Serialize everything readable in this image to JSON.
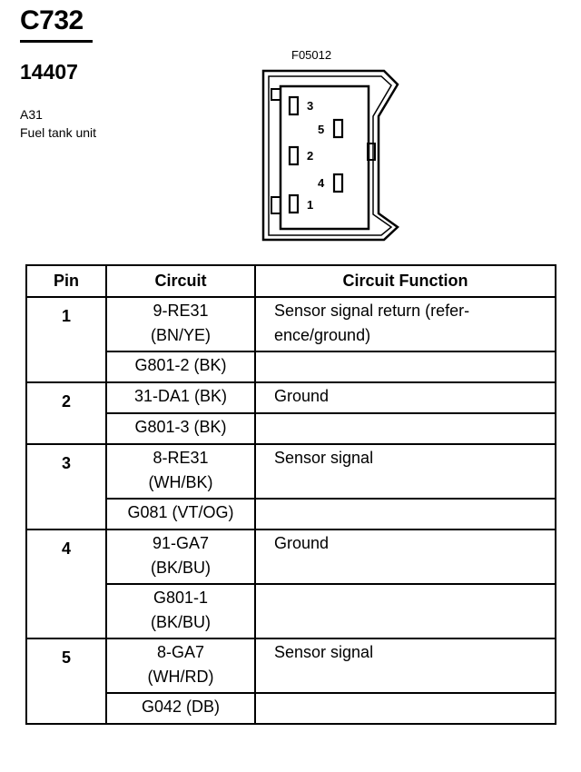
{
  "connector": {
    "id": "C732",
    "part_number": "14407",
    "component_ref": "A31",
    "component_name": "Fuel tank unit",
    "figure_code": "F05012",
    "pin_labels": [
      "3",
      "5",
      "2",
      "4",
      "1"
    ]
  },
  "table": {
    "headers": [
      "Pin",
      "Circuit",
      "Circuit Function"
    ],
    "pins": [
      {
        "pin": "1",
        "rows": [
          {
            "circuit": [
              "9-RE31",
              "(BN/YE)"
            ],
            "function": [
              "Sensor signal return (refer-",
              "ence/ground)"
            ]
          },
          {
            "circuit": [
              "G801-2 (BK)"
            ],
            "function": []
          }
        ]
      },
      {
        "pin": "2",
        "rows": [
          {
            "circuit": [
              "31-DA1 (BK)"
            ],
            "function": [
              "Ground"
            ]
          },
          {
            "circuit": [
              "G801-3 (BK)"
            ],
            "function": []
          }
        ]
      },
      {
        "pin": "3",
        "rows": [
          {
            "circuit": [
              "8-RE31",
              "(WH/BK)"
            ],
            "function": [
              "Sensor signal"
            ]
          },
          {
            "circuit": [
              "G081 (VT/OG)"
            ],
            "function": []
          }
        ]
      },
      {
        "pin": "4",
        "rows": [
          {
            "circuit": [
              "91-GA7",
              "(BK/BU)"
            ],
            "function": [
              "Ground"
            ]
          },
          {
            "circuit": [
              "G801-1",
              "(BK/BU)"
            ],
            "function": []
          }
        ]
      },
      {
        "pin": "5",
        "rows": [
          {
            "circuit": [
              "8-GA7",
              "(WH/RD)"
            ],
            "function": [
              "Sensor signal"
            ]
          },
          {
            "circuit": [
              "G042 (DB)"
            ],
            "function": []
          }
        ]
      }
    ]
  }
}
